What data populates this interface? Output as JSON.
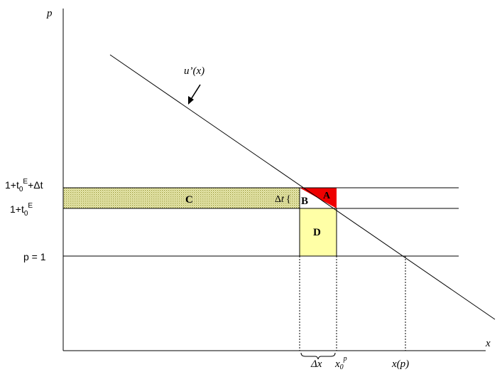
{
  "axes": {
    "y_label": "p",
    "x_label": "x"
  },
  "curve": {
    "label": "u’(x)"
  },
  "price_levels": [
    {
      "id": "upper",
      "base": "1+t",
      "sub": "0",
      "sup": "E",
      "tail": "+Δt"
    },
    {
      "id": "mid",
      "base": "1+t",
      "sub": "0",
      "sup": "E",
      "tail": ""
    },
    {
      "id": "bottom",
      "text": "p = 1"
    }
  ],
  "regions": {
    "a": "A",
    "b": "B",
    "c": "C",
    "d": "D"
  },
  "delta_t": {
    "symbol": "Δ",
    "var": "t",
    "brace": "{"
  },
  "x_ticks": {
    "delta_x": "Δx",
    "x0p_base": "x",
    "x0p_sub": "0",
    "x0p_sup": "p",
    "xp": "x(p)"
  },
  "colors": {
    "triangle_a": "#ee0000",
    "rect_d": "#ffffa6",
    "band_c": "#dede74",
    "lines": "#000000"
  }
}
